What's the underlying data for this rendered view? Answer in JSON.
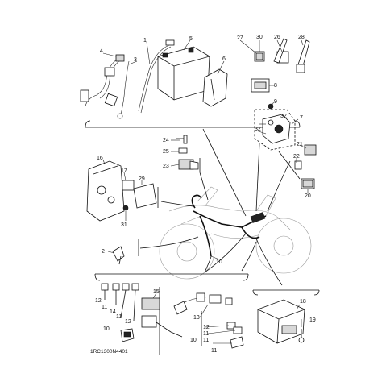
{
  "diagram": {
    "part_code": "1RC1300N4401",
    "callouts": {
      "c1": "1",
      "c2": "2",
      "c3": "3",
      "c4": "4",
      "c5": "5",
      "c6": "6",
      "c7": "7",
      "c8": "8",
      "c9": "9",
      "c10a": "10",
      "c10b": "10",
      "c10c": "10",
      "c11a": "11",
      "c11b": "11",
      "c11c": "11",
      "c11d": "11",
      "c11e": "11",
      "c12a": "12",
      "c12b": "12",
      "c12c": "12",
      "c13": "13",
      "c14": "14",
      "c15": "15",
      "c16": "16",
      "c17": "17",
      "c18": "18",
      "c19": "19",
      "c20": "20",
      "c21": "21",
      "c22": "22",
      "c23": "23",
      "c24": "24",
      "c25": "25",
      "c26": "26",
      "c27": "27",
      "c28": "28",
      "c29": "29",
      "c30": "30",
      "c31": "31",
      "c32a": "32",
      "c32b": "32"
    }
  }
}
